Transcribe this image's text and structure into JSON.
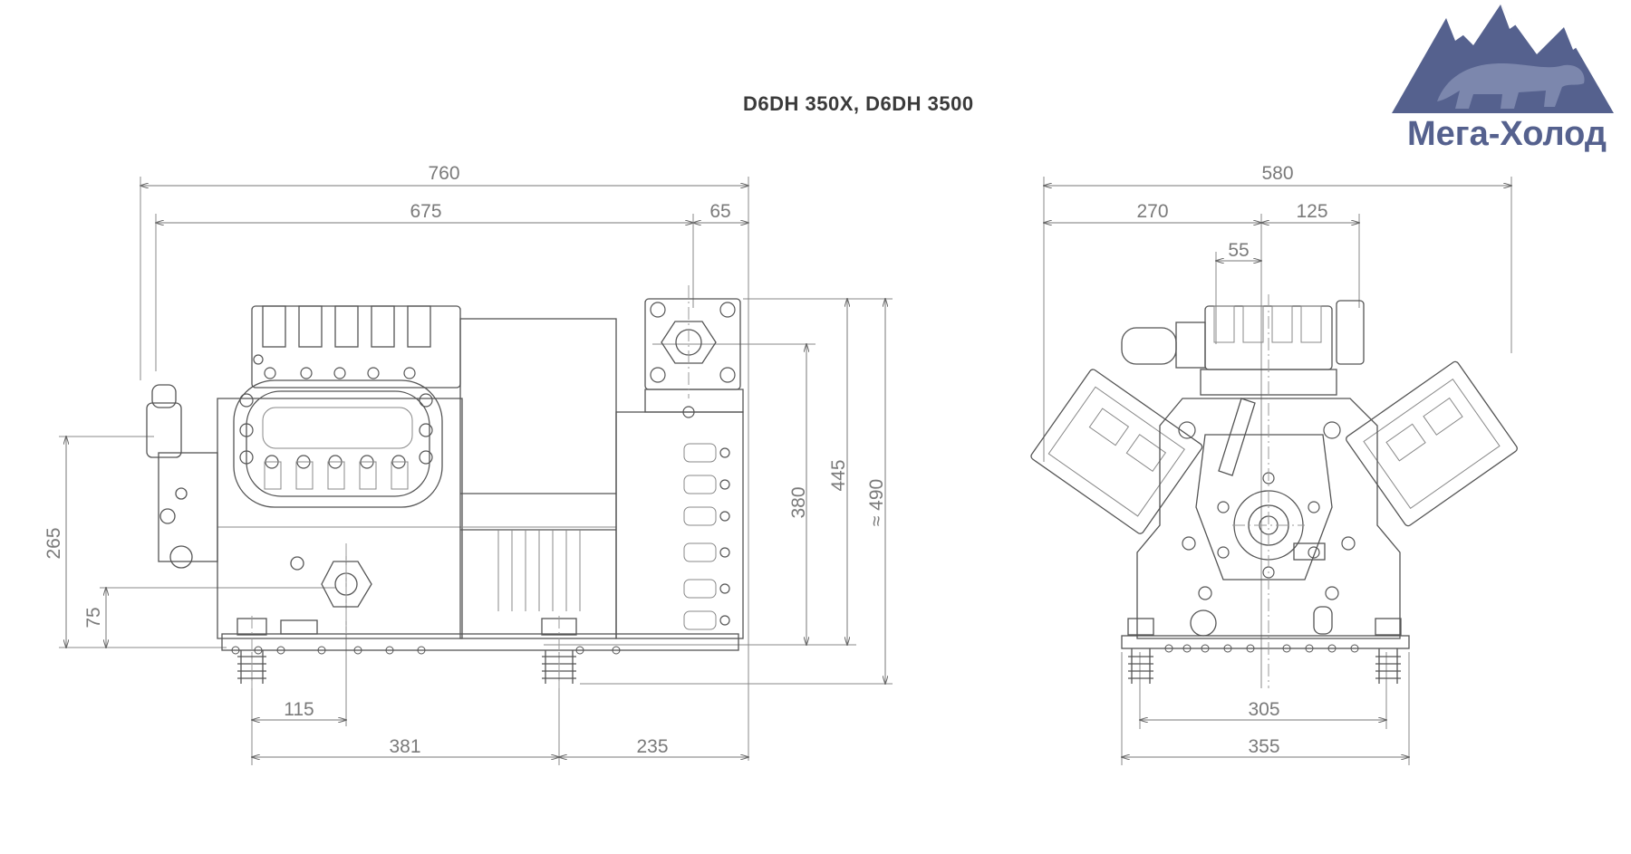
{
  "title": "D6DH 350X, D6DH 3500",
  "logo": {
    "text": "Мега-Холод",
    "color": "#55618e"
  },
  "side_view": {
    "dimensions": {
      "overall_length": "760",
      "body_length": "675",
      "flange_offset": "65",
      "height_265": "265",
      "height_75": "75",
      "height_380": "380",
      "height_445": "445",
      "height_490": "≈ 490",
      "foot_115": "115",
      "foot_381": "381",
      "foot_235": "235"
    }
  },
  "front_view": {
    "dimensions": {
      "overall_width": "580",
      "left_270": "270",
      "right_125": "125",
      "offset_55": "55",
      "foot_305": "305",
      "foot_355": "355"
    }
  }
}
